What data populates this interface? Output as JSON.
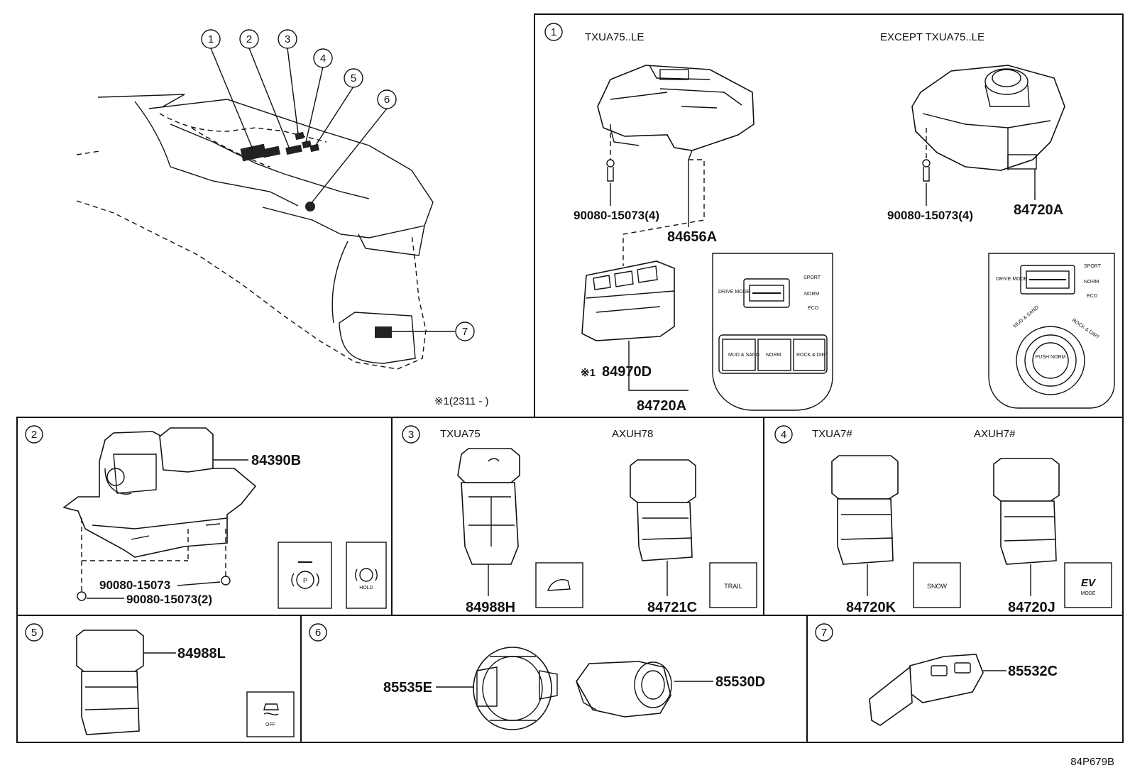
{
  "callouts": [
    "1",
    "2",
    "3",
    "4",
    "5",
    "6",
    "7"
  ],
  "section1": {
    "num": "1",
    "variant_a": "TXUA75..LE",
    "variant_b": "EXCEPT TXUA75..LE",
    "screw_a": "90080-15073(4)",
    "screw_b": "90080-15073(4)",
    "part_84656": "84656A",
    "part_84970": "84970D",
    "note_mark": "※1",
    "part_84720a_left": "84720A",
    "part_84720a_right": "84720A",
    "footnote": "※1(2311 -     )",
    "panel_a": {
      "drive_mode": "DRIVE MODE",
      "sport": "SPORT",
      "norm": "NORM",
      "eco": "ECO",
      "btn_mud": "MUD & SAND",
      "btn_norm": "NORM",
      "btn_rock": "ROCK & DIRT"
    },
    "panel_b": {
      "drive_mode": "DRIVE MODE",
      "sport": "SPORT",
      "norm": "NORM",
      "eco": "ECO",
      "mud": "MUD & SAND",
      "rock": "ROCK & DIRT",
      "push": "PUSH NORM"
    }
  },
  "section2": {
    "num": "2",
    "part": "84390B",
    "screw_1": "90080-15073",
    "screw_2": "90080-15073(2)",
    "icon_hold": "HOLD"
  },
  "section3": {
    "num": "3",
    "variant_a": "TXUA75",
    "variant_b": "AXUH78",
    "part_a": "84988H",
    "part_b": "84721C",
    "label_b": "TRAIL"
  },
  "section4": {
    "num": "4",
    "variant_a": "TXUA7#",
    "variant_b": "AXUH7#",
    "part_a": "84720K",
    "part_b": "84720J",
    "label_a": "SNOW",
    "label_b_ev": "EV",
    "label_b_mode": "MODE"
  },
  "section5": {
    "num": "5",
    "part": "84988L",
    "label_off": "OFF"
  },
  "section6": {
    "num": "6",
    "part_a": "85535E",
    "part_b": "85530D"
  },
  "section7": {
    "num": "7",
    "part": "85532C"
  },
  "ref": "84P679B"
}
